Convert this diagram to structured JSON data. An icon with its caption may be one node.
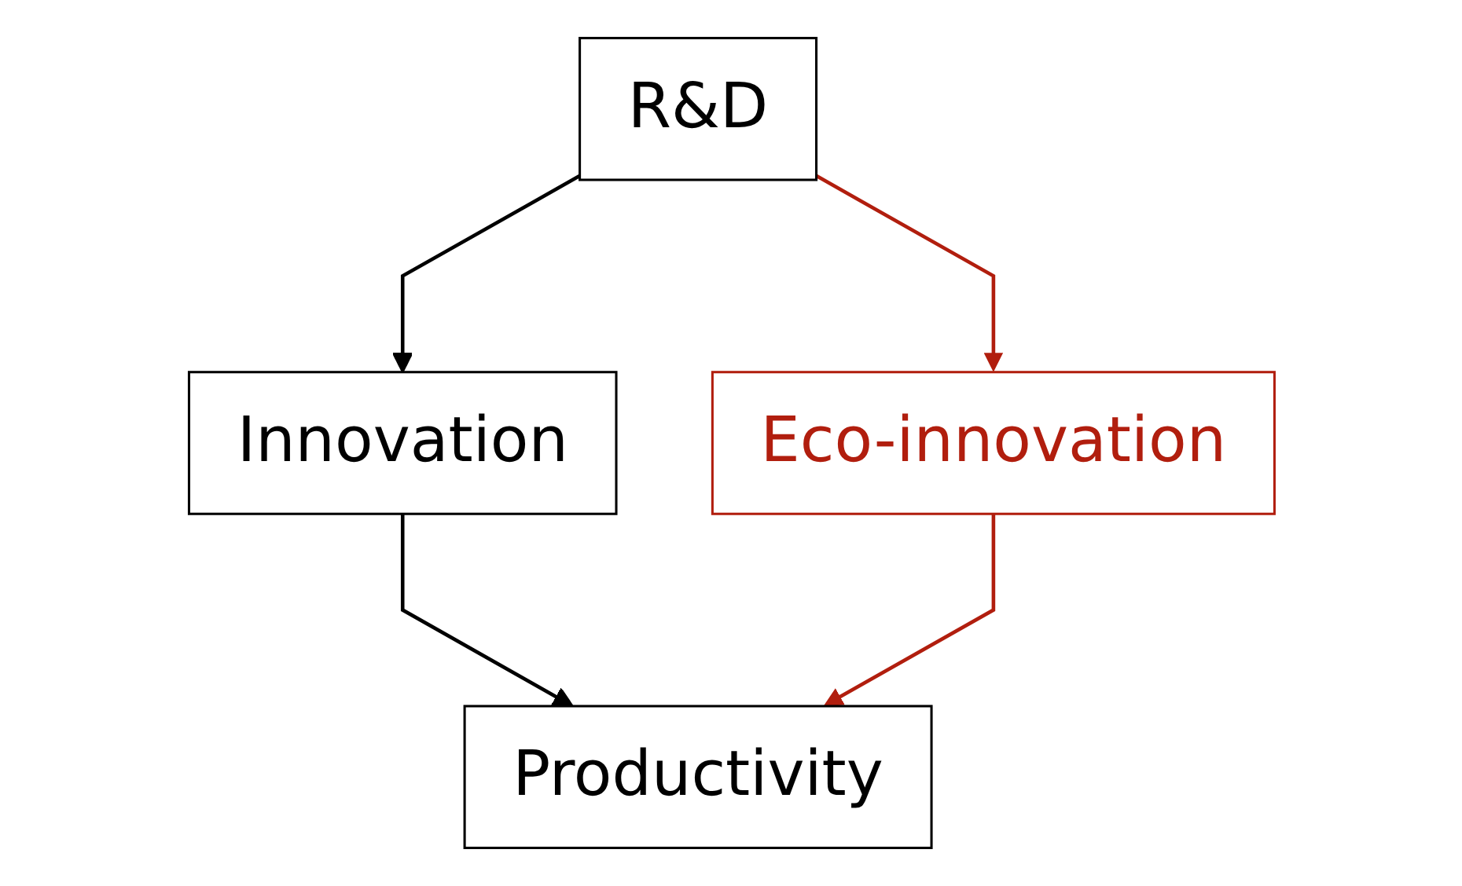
{
  "diagram": {
    "nodes": [
      {
        "text": [
          "R&D"
        ]
      },
      {
        "text": [
          "Innovation"
        ]
      },
      {
        "text": [
          "Eco-innovation"
        ]
      },
      {
        "text": [
          "Productivity"
        ]
      }
    ],
    "edges": [
      {
        "from": 0,
        "to": 1,
        "arrow": "to"
      },
      {
        "from": 0,
        "to": 2,
        "arrow": "to",
        "color": "#b11e0e"
      },
      {
        "from": 1,
        "to": 3,
        "arrow": "to"
      },
      {
        "from": 2,
        "to": 3,
        "arrow": "to",
        "color": "#b11e0e"
      }
    ]
  }
}
